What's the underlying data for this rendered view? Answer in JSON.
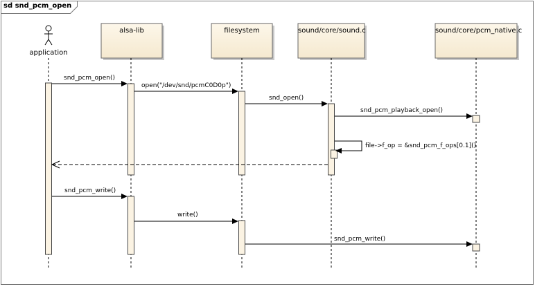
{
  "frame": {
    "title": "sd snd_pcm_open"
  },
  "lifelines": [
    {
      "id": "application",
      "label": "application",
      "kind": "actor"
    },
    {
      "id": "alsa-lib",
      "label": "alsa-lib",
      "kind": "object"
    },
    {
      "id": "filesystem",
      "label": "filesystem",
      "kind": "object"
    },
    {
      "id": "sound",
      "label": "sound/core/sound.c",
      "kind": "object"
    },
    {
      "id": "pcm_native",
      "label": "sound/core/pcm_native.c",
      "kind": "object"
    }
  ],
  "messages": [
    {
      "label": "snd_pcm_open()",
      "from": "application",
      "to": "alsa-lib",
      "kind": "sync"
    },
    {
      "label": "open(\"/dev/snd/pcmC0D0p\")",
      "from": "alsa-lib",
      "to": "filesystem",
      "kind": "sync"
    },
    {
      "label": "snd_open()",
      "from": "filesystem",
      "to": "sound",
      "kind": "sync"
    },
    {
      "label": "snd_pcm_playback_open()",
      "from": "sound",
      "to": "pcm_native",
      "kind": "sync"
    },
    {
      "label": "file->f_op = &snd_pcm_f_ops[0.1]()",
      "from": "sound",
      "to": "sound",
      "kind": "self"
    },
    {
      "label": "",
      "from": "sound",
      "to": "application",
      "kind": "return"
    },
    {
      "label": "snd_pcm_write()",
      "from": "application",
      "to": "alsa-lib",
      "kind": "sync"
    },
    {
      "label": "write()",
      "from": "alsa-lib",
      "to": "filesystem",
      "kind": "sync"
    },
    {
      "label": "snd_pcm_write()",
      "from": "filesystem",
      "to": "pcm_native",
      "kind": "sync"
    }
  ],
  "colors": {
    "object_fill": "#fbf3e3",
    "activation_fill": "#fbf3e3",
    "line": "#000000",
    "frame_border": "#666666"
  }
}
